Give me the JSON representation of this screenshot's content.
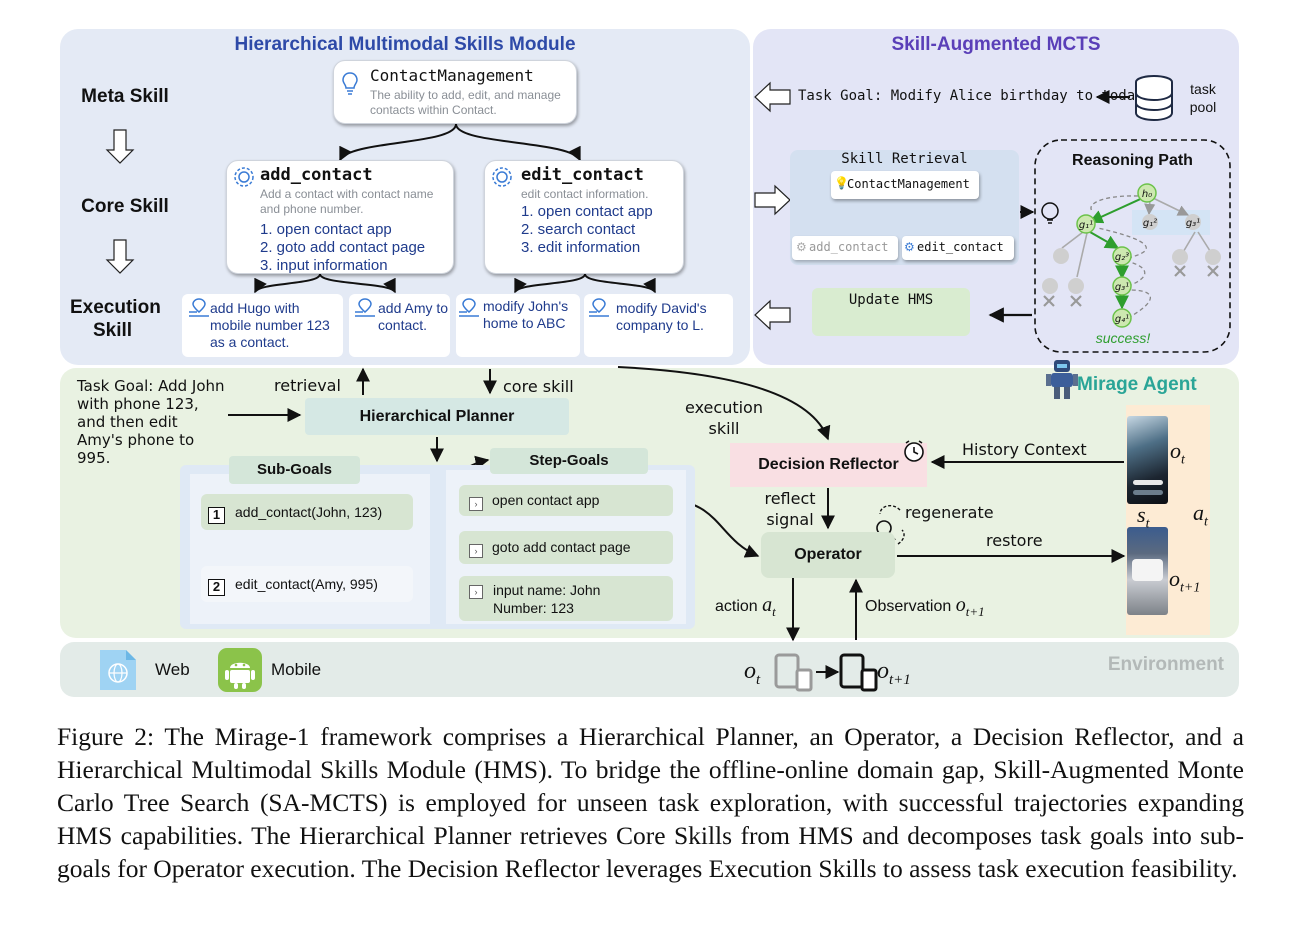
{
  "hms": {
    "title": "Hierarchical Multimodal Skills Module",
    "levels": {
      "meta": "Meta Skill",
      "core": "Core Skill",
      "execution": "Execution Skill"
    },
    "meta_skill": {
      "name": "ContactManagement",
      "desc": "The ability to add, edit, and manage contacts within Contact."
    },
    "core_skills": [
      {
        "name": "add_contact",
        "desc": "Add a contact with contact name and phone number.",
        "steps": [
          "1. open contact app",
          "2. goto add contact page",
          "3. input information"
        ]
      },
      {
        "name": "edit_contact",
        "desc": "edit contact information.",
        "steps": [
          "1. open contact app",
          "2. search contact",
          "3. edit information"
        ]
      }
    ],
    "execution_skills": [
      "add Hugo with mobile number 123 as a contact.",
      "add Amy to contact.",
      "modify John's home to ABC",
      "modify David's company to L."
    ]
  },
  "mcts": {
    "title": "Skill-Augmented MCTS",
    "task_goal": "Task Goal: Modify Alice birthday to today",
    "task_pool": "task pool",
    "skill_retrieval": {
      "title": "Skill Retrieval",
      "root": "ContactManagement",
      "left": "add_contact",
      "right": "edit_contact"
    },
    "reasoning_path": {
      "title": "Reasoning Path",
      "success": "success!"
    },
    "update_hms": "Update HMS"
  },
  "agent": {
    "title": "Mirage Agent",
    "task_goal": "Task Goal: Add John with phone 123, and then edit Amy's phone to 995.",
    "retrieval": "retrieval",
    "core_skill": "core skill",
    "planner": "Hierarchical Planner",
    "sub_goals_title": "Sub-Goals",
    "sub_goals": [
      {
        "num": "1",
        "text": "add_contact(John, 123)"
      },
      {
        "num": "2",
        "text": "edit_contact(Amy, 995)"
      }
    ],
    "step_goals_title": "Step-Goals",
    "step_goals": [
      "open contact app",
      "goto add contact page",
      "input name: John Number: 123"
    ],
    "execution_skill": "execution skill",
    "reflector": "Decision Reflector",
    "history_context": "History Context",
    "reflect_signal": "reflect signal",
    "regenerate": "regenerate",
    "restore": "restore",
    "operator": "Operator",
    "action": "action",
    "observation": "Observation"
  },
  "environment": {
    "title": "Environment",
    "web": "Web",
    "mobile": "Mobile"
  },
  "caption": "Figure 2: The Mirage-1 framework comprises a Hierarchical Planner, an Operator, a Decision Reflector, and a Hierarchical Multimodal Skills Module (HMS). To bridge the offline-online domain gap, Skill-Augmented Monte Carlo Tree Search (SA-MCTS) is employed for unseen task exploration, with successful trajectories expanding HMS capabilities. The Hierarchical Planner retrieves Core Skills from HMS and decomposes task goals into sub-goals for Operator execution. The Decision Reflector leverages Execution Skills to assess task execution feasibility.",
  "colors": {
    "blue_title": "#2e4aa8",
    "purple_title": "#5a3fb8",
    "teal_title": "#2aa597",
    "node_green": "#cde8b0",
    "node_border": "#6cc24a",
    "reflector_pink": "#f9dfe3"
  }
}
